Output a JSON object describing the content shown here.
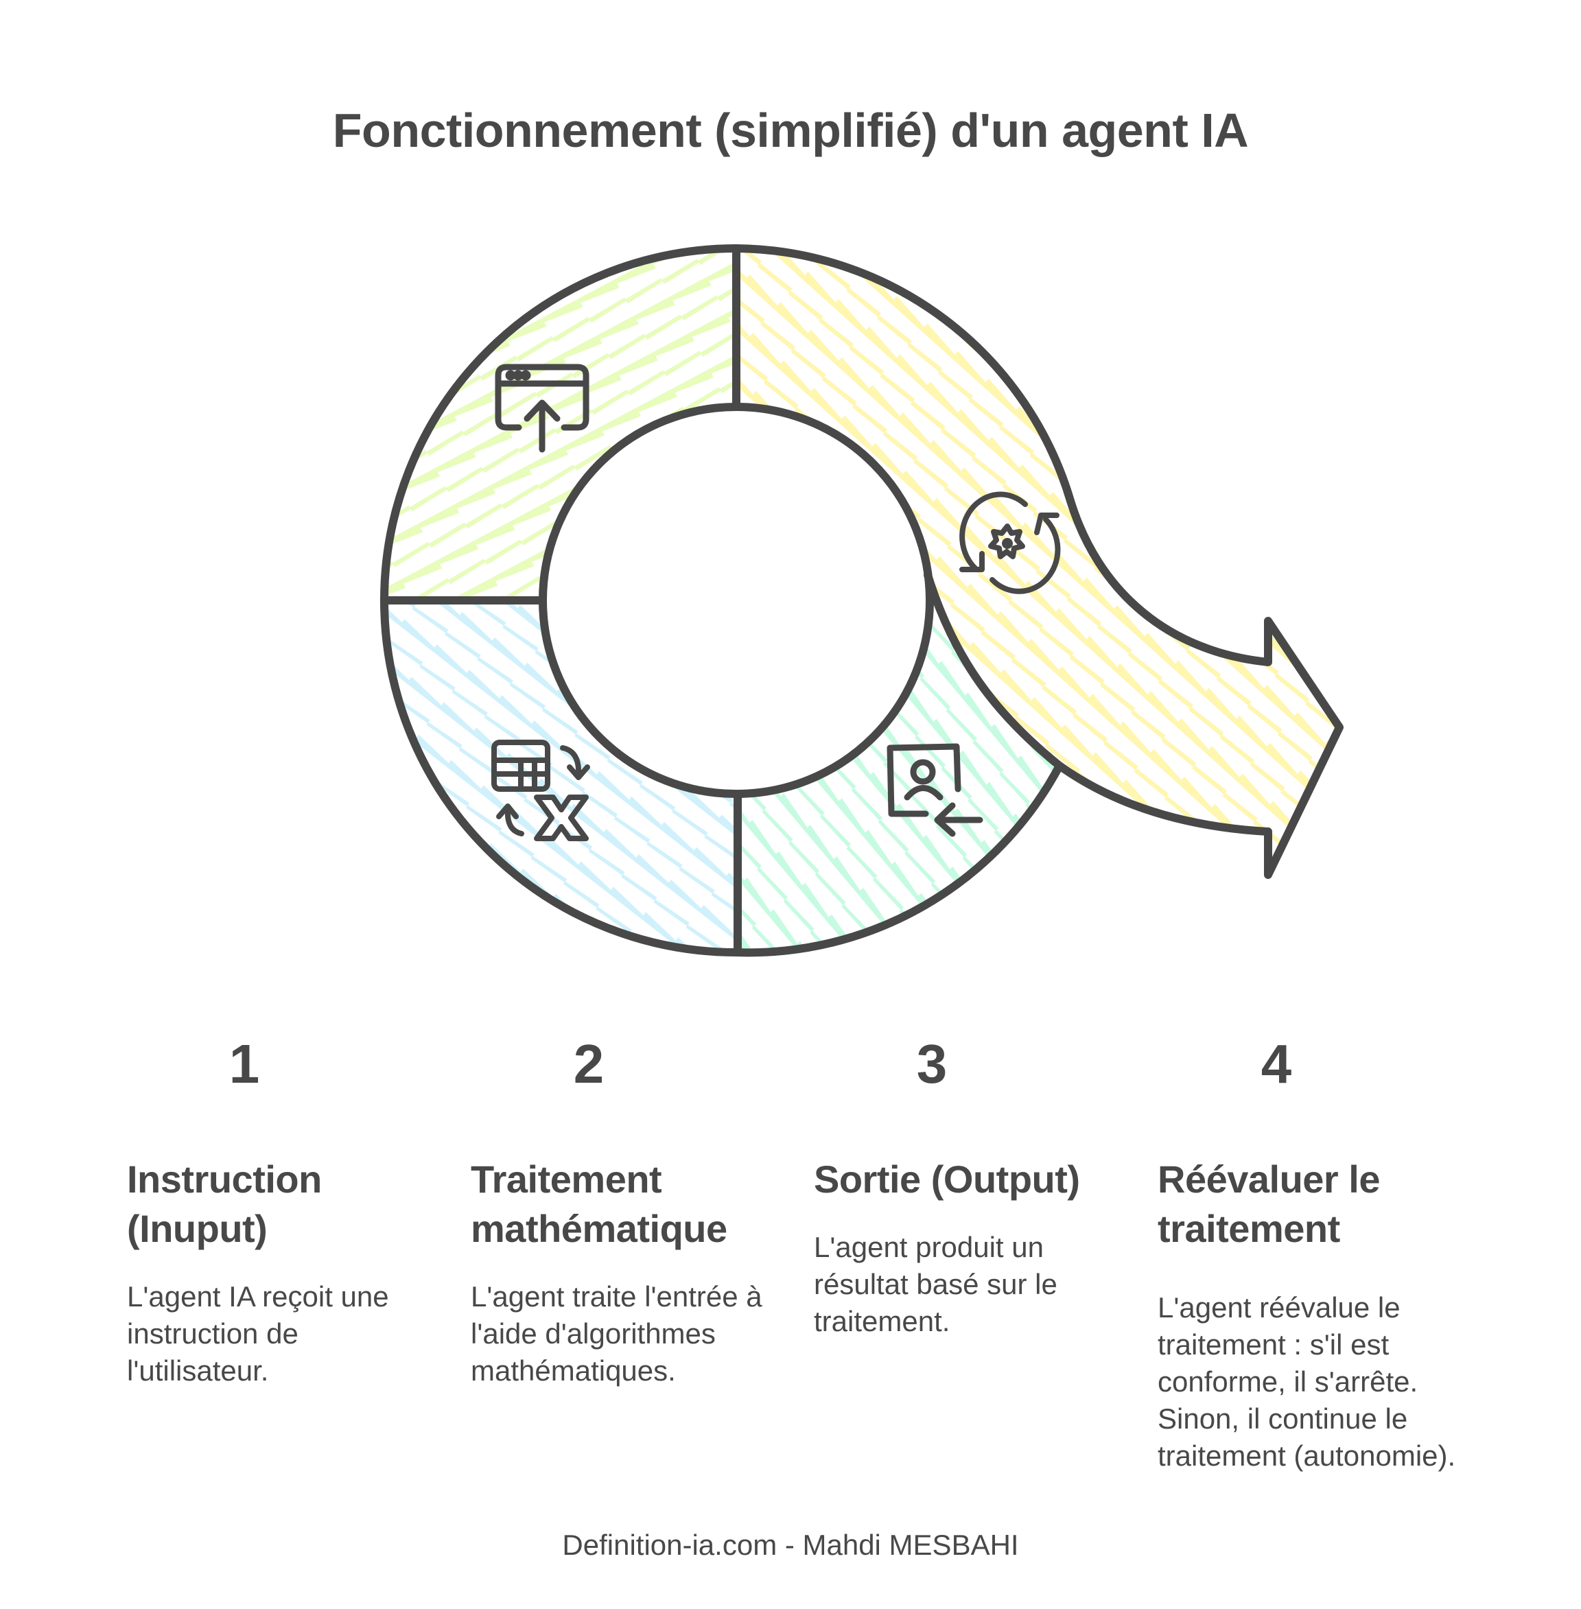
{
  "title": "Fonctionnement (simplifié) d'un agent IA",
  "colors": {
    "stroke": "#484848",
    "segment_instruction": "#e8fcbc",
    "segment_reevaluate": "#fff6b0",
    "segment_output": "#c6fbe2",
    "segment_processing": "#d0f1fb",
    "text": "#484848",
    "background": "#ffffff"
  },
  "diagram": {
    "segments": [
      {
        "id": "instruction",
        "position": "top-left",
        "icon": "browser-upload-icon"
      },
      {
        "id": "reevaluate",
        "position": "top-right + exit arrow",
        "icon": "gear-cycle-icon"
      },
      {
        "id": "output",
        "position": "bottom-right",
        "icon": "user-return-icon"
      },
      {
        "id": "processing",
        "position": "bottom-left",
        "icon": "spreadsheet-formula-icon"
      }
    ]
  },
  "steps": [
    {
      "number": "1",
      "title_line1": "Instruction",
      "title_line2": "(Inuput)",
      "body": [
        "L'agent IA reçoit une",
        "instruction de",
        "l'utilisateur."
      ]
    },
    {
      "number": "2",
      "title_line1": "Traitement",
      "title_line2": "mathématique",
      "body": [
        "L'agent traite l'entrée à",
        "l'aide d'algorithmes",
        "mathématiques."
      ]
    },
    {
      "number": "3",
      "title_line1": "Sortie (Output)",
      "title_line2": "",
      "body": [
        "L'agent produit un",
        "résultat basé sur le",
        "traitement."
      ]
    },
    {
      "number": "4",
      "title_line1": "Réévaluer le",
      "title_line2": "traitement",
      "body": [
        "L'agent réévalue le",
        "traitement : s'il est",
        "conforme, il s'arrête.",
        "Sinon, il continue le",
        "traitement (autonomie)."
      ]
    }
  ],
  "footer": "Definition-ia.com - Mahdi MESBAHI"
}
